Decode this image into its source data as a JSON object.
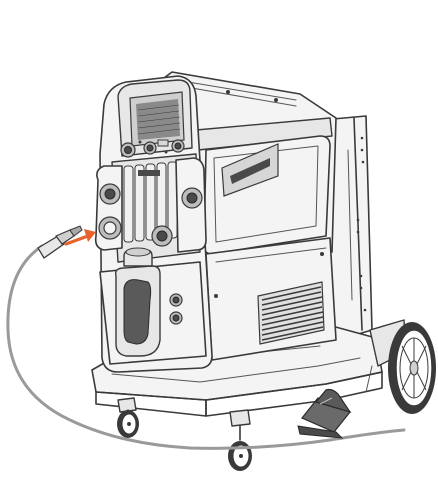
{
  "illustration": {
    "subject": "welding-machine-on-trolley",
    "parts": [
      "trolley-handle",
      "trolley-frame",
      "power-source",
      "control-panel",
      "front-connectors",
      "ventilation-grille",
      "side-window",
      "wheels",
      "casters",
      "cable",
      "cable-plug",
      "earth-clamp",
      "pointer-arrow"
    ]
  },
  "colors": {
    "line": "#3a3a3a",
    "body": "#f4f4f4",
    "panel": "#e7e7e7",
    "cable": "#9a9a9a",
    "arrow": "#e8622c",
    "clamp": "#5a5a5a"
  },
  "icons": [
    "arrow-right-icon"
  ]
}
